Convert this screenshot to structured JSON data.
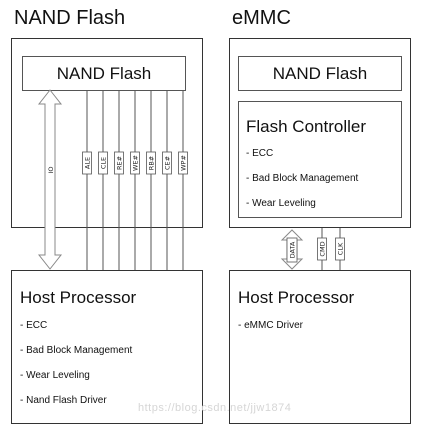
{
  "left_section": {
    "title": "NAND Flash",
    "nand_box_label": "NAND Flash",
    "io_label": "IO",
    "signals": [
      "ALE",
      "CLE",
      "RE#",
      "WE#",
      "RB#",
      "CE#",
      "WP#"
    ],
    "host": {
      "title": "Host Processor",
      "items": [
        "- ECC",
        "- Bad Block Management",
        "- Wear Leveling",
        "- Nand Flash Driver"
      ]
    }
  },
  "right_section": {
    "title": "eMMC",
    "nand_box_label": "NAND Flash",
    "controller": {
      "title": "Flash Controller",
      "items": [
        "- ECC",
        "- Bad Block Management",
        "- Wear Leveling"
      ]
    },
    "data_label": "DATA",
    "signals": [
      "CMD",
      "CLK"
    ],
    "host": {
      "title": "Host Processor",
      "items": [
        "- eMMC Driver"
      ]
    }
  },
  "watermark": "https://blog.csdn.net/jjw1874"
}
